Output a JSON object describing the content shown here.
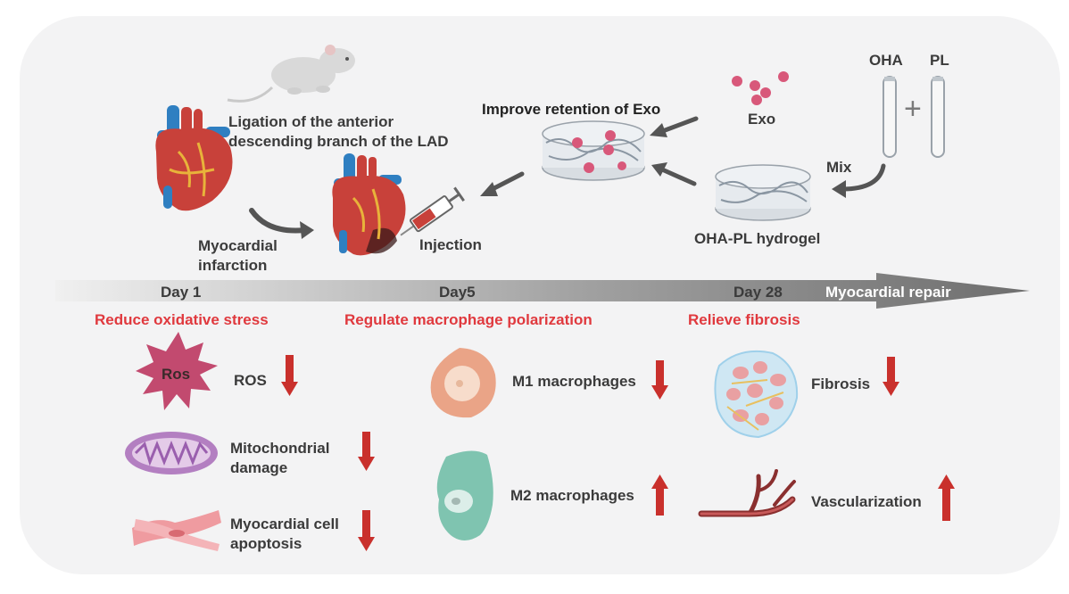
{
  "colors": {
    "panel": "#f3f3f4",
    "text": "#3b3b3b",
    "red_heading": "#e0393e",
    "arrow_red": "#c9302c",
    "gray_arrow": "#555555",
    "heart": "#c8413a",
    "artery_blue": "#2f7fc1",
    "exo_dot": "#d8587a",
    "ros": "#c24a6f",
    "mito": "#b37fc1",
    "m1": "#eaa487",
    "m2": "#7fc4b0",
    "vessel": "#8a2f2f"
  },
  "top": {
    "ligation": [
      "Ligation of the anterior",
      "descending branch of the LAD"
    ],
    "mi": [
      "Myocardial",
      "infarction"
    ],
    "injection": "Injection",
    "retention": "Improve retention of Exo",
    "exo": "Exo",
    "oha": "OHA",
    "pl": "PL",
    "plus": "+",
    "mix": "Mix",
    "hydrogel": "OHA-PL hydrogel"
  },
  "timeline": {
    "day1": "Day 1",
    "day5": "Day5",
    "day28": "Day 28",
    "end": "Myocardial repair"
  },
  "stages": {
    "oxidative": {
      "heading": "Reduce oxidative stress",
      "ros_cell": "Ros",
      "items": [
        {
          "label": [
            "ROS"
          ],
          "trend": "down"
        },
        {
          "label": [
            "Mitochondrial",
            "damage"
          ],
          "trend": "down"
        },
        {
          "label": [
            "Myocardial cell",
            "apoptosis"
          ],
          "trend": "down"
        }
      ]
    },
    "macrophage": {
      "heading": "Regulate macrophage polarization",
      "items": [
        {
          "label": [
            "M1 macrophages"
          ],
          "trend": "down"
        },
        {
          "label": [
            "M2 macrophages"
          ],
          "trend": "up"
        }
      ]
    },
    "fibrosis": {
      "heading": "Relieve fibrosis",
      "items": [
        {
          "label": [
            "Fibrosis"
          ],
          "trend": "down"
        },
        {
          "label": [
            "Vascularization"
          ],
          "trend": "up"
        }
      ]
    }
  }
}
